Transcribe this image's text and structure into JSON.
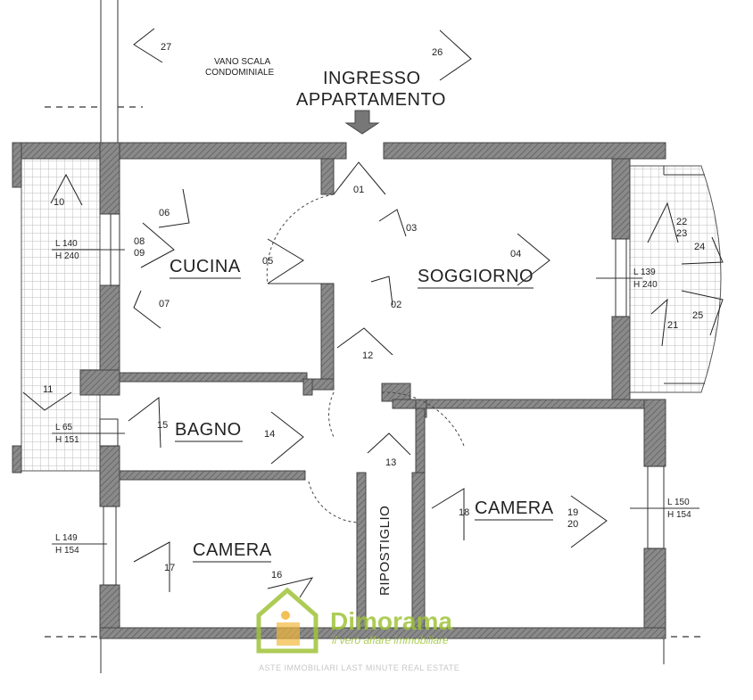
{
  "plan": {
    "stair_label_line1": "VANO SCALA",
    "stair_label_line2": "CONDOMINIALE",
    "entrance_line1": "INGRESSO",
    "entrance_line2": "APPARTAMENTO",
    "rooms": {
      "kitchen": "CUCINA",
      "living": "SOGGIORNO",
      "bathroom": "BAGNO",
      "bedroom_right": "CAMERA",
      "bedroom_left": "CAMERA",
      "closet": "RIPOSTIGLIO"
    },
    "windows": {
      "kitchen": {
        "l": "L 140",
        "h": "H 240"
      },
      "living": {
        "l": "L 139",
        "h": "H 240"
      },
      "bathroom": {
        "l": "L 65",
        "h": "H 151"
      },
      "bedroom_left": {
        "l": "L 149",
        "h": "H 154"
      },
      "bedroom_right": {
        "l": "L 150",
        "h": "H 154"
      }
    },
    "camera_points": {
      "p01": "01",
      "p02": "02",
      "p03": "03",
      "p04": "04",
      "p05": "05",
      "p06": "06",
      "p07": "07",
      "p08": "08",
      "p09": "09",
      "p10": "10",
      "p11": "11",
      "p12": "12",
      "p13": "13",
      "p14": "14",
      "p15": "15",
      "p16": "16",
      "p17": "17",
      "p18": "18",
      "p19": "19",
      "p20": "20",
      "p21": "21",
      "p22": "22",
      "p23": "23",
      "p24": "24",
      "p25": "25",
      "p26": "26",
      "p27": "27"
    }
  },
  "watermark": {
    "brand": "Dimorama",
    "tagline": "il vero affare immobiliare",
    "footer": "ASTE IMMOBILIARI  LAST MINUTE  REAL ESTATE",
    "brand_color": "#9fc43a"
  }
}
